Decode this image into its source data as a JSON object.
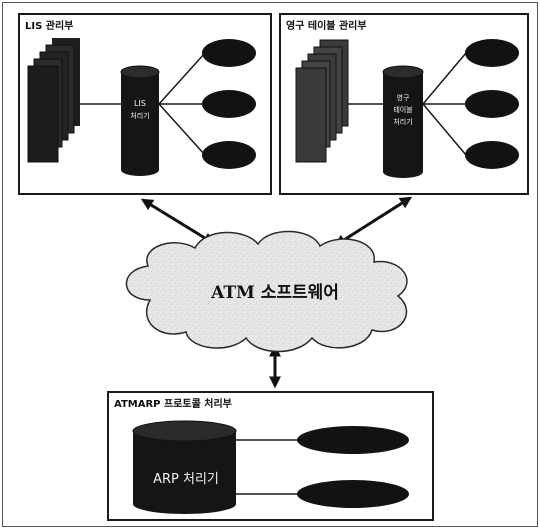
{
  "lis_manager": {
    "title": "LIS 관리부",
    "processor_label_1": "LIS",
    "processor_label_2": "처리기"
  },
  "perm_table_manager": {
    "title": "영구 테이블 관리부",
    "processor_label_1": "영구",
    "processor_label_2": "테이블",
    "processor_label_3": "처리기"
  },
  "atm_software": {
    "label": "ATM 소프트웨어"
  },
  "atmarp_manager": {
    "title": "ATMARP 프로토콜 처리부",
    "processor_label": "ARP 처리기"
  },
  "colors": {
    "stroke": "#1a1a1a",
    "fill_dark": "#141414",
    "cloud_fill": "#e4e4e4"
  }
}
